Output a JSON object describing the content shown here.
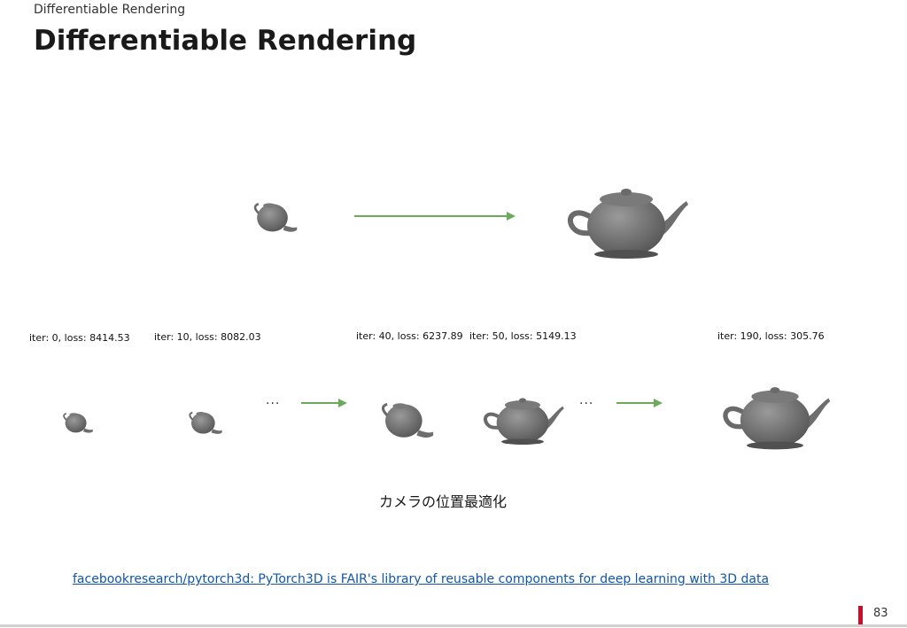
{
  "header": {
    "breadcrumb": "Differentiable Rendering",
    "title": "Differentiable Rendering"
  },
  "iterations": [
    {
      "label": "iter: 0, loss: 8414.53"
    },
    {
      "label": "iter: 10, loss: 8082.03"
    },
    {
      "label": "iter: 40, loss: 6237.89"
    },
    {
      "label": "iter: 50, loss: 5149.13"
    },
    {
      "label": "iter: 190, loss: 305.76"
    }
  ],
  "ellipsis": "...",
  "caption": "カメラの位置最適化",
  "link": {
    "text": "facebookresearch/pytorch3d: PyTorch3D is FAIR's library of reusable components for deep learning with 3D data"
  },
  "footer": {
    "page_number": "83"
  },
  "colors": {
    "arrow": "#6aaa5a",
    "accent": "#c8102e",
    "link": "#1155aa"
  }
}
